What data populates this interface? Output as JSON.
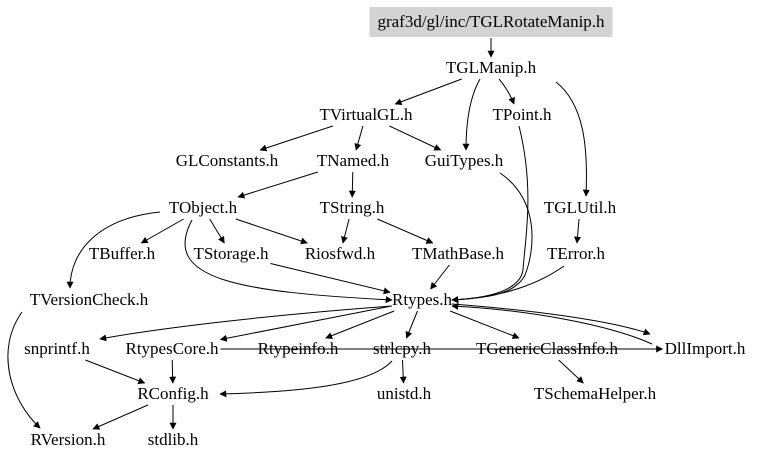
{
  "diagram": {
    "title": "",
    "nodes": [
      {
        "id": "root",
        "label": "graf3d/gl/inc/TGLRotateManip.h",
        "highlight": true
      },
      {
        "id": "TGLManip",
        "label": "TGLManip.h"
      },
      {
        "id": "TVirtualGL",
        "label": "TVirtualGL.h"
      },
      {
        "id": "TPoint",
        "label": "TPoint.h"
      },
      {
        "id": "GLConstants",
        "label": "GLConstants.h"
      },
      {
        "id": "TNamed",
        "label": "TNamed.h"
      },
      {
        "id": "GuiTypes",
        "label": "GuiTypes.h"
      },
      {
        "id": "TObject",
        "label": "TObject.h"
      },
      {
        "id": "TString",
        "label": "TString.h"
      },
      {
        "id": "TGLUtil",
        "label": "TGLUtil.h"
      },
      {
        "id": "TBuffer",
        "label": "TBuffer.h"
      },
      {
        "id": "TStorage",
        "label": "TStorage.h"
      },
      {
        "id": "Riosfwd",
        "label": "Riosfwd.h"
      },
      {
        "id": "TMathBase",
        "label": "TMathBase.h"
      },
      {
        "id": "TError",
        "label": "TError.h"
      },
      {
        "id": "TVersionCheck",
        "label": "TVersionCheck.h"
      },
      {
        "id": "Rtypes",
        "label": "Rtypes.h"
      },
      {
        "id": "snprintf",
        "label": "snprintf.h"
      },
      {
        "id": "RtypesCore",
        "label": "RtypesCore.h"
      },
      {
        "id": "Rtypeinfo",
        "label": "Rtypeinfo.h"
      },
      {
        "id": "strlcpy",
        "label": "strlcpy.h"
      },
      {
        "id": "TGenericClassInfo",
        "label": "TGenericClassInfo.h"
      },
      {
        "id": "DllImport",
        "label": "DllImport.h"
      },
      {
        "id": "RConfig",
        "label": "RConfig.h"
      },
      {
        "id": "unistd",
        "label": "unistd.h"
      },
      {
        "id": "TSchemaHelper",
        "label": "TSchemaHelper.h"
      },
      {
        "id": "RVersion",
        "label": "RVersion.h"
      },
      {
        "id": "stdlib",
        "label": "stdlib.h"
      }
    ],
    "edges": [
      [
        "root",
        "TGLManip"
      ],
      [
        "TGLManip",
        "TVirtualGL"
      ],
      [
        "TGLManip",
        "TPoint"
      ],
      [
        "TGLManip",
        "GuiTypes"
      ],
      [
        "TGLManip",
        "TGLUtil"
      ],
      [
        "TVirtualGL",
        "GLConstants"
      ],
      [
        "TVirtualGL",
        "TNamed"
      ],
      [
        "TVirtualGL",
        "GuiTypes"
      ],
      [
        "TNamed",
        "TObject"
      ],
      [
        "TNamed",
        "TString"
      ],
      [
        "TObject",
        "TBuffer"
      ],
      [
        "TObject",
        "TStorage"
      ],
      [
        "TObject",
        "Riosfwd"
      ],
      [
        "TObject",
        "TVersionCheck"
      ],
      [
        "TObject",
        "Rtypes"
      ],
      [
        "TString",
        "Riosfwd"
      ],
      [
        "TString",
        "TMathBase"
      ],
      [
        "TStorage",
        "Rtypes"
      ],
      [
        "TMathBase",
        "Rtypes"
      ],
      [
        "TPoint",
        "Rtypes"
      ],
      [
        "GuiTypes",
        "Rtypes"
      ],
      [
        "TGLUtil",
        "TError"
      ],
      [
        "TError",
        "Rtypes"
      ],
      [
        "TVersionCheck",
        "RVersion"
      ],
      [
        "Rtypes",
        "snprintf"
      ],
      [
        "Rtypes",
        "RtypesCore"
      ],
      [
        "Rtypes",
        "Rtypeinfo"
      ],
      [
        "Rtypes",
        "strlcpy"
      ],
      [
        "Rtypes",
        "TGenericClassInfo"
      ],
      [
        "Rtypes",
        "DllImport"
      ],
      [
        "DllImport",
        "Rtypes"
      ],
      [
        "snprintf",
        "RConfig"
      ],
      [
        "RtypesCore",
        "RConfig"
      ],
      [
        "RtypesCore",
        "DllImport"
      ],
      [
        "strlcpy",
        "RConfig"
      ],
      [
        "strlcpy",
        "unistd"
      ],
      [
        "TGenericClassInfo",
        "TSchemaHelper"
      ],
      [
        "RConfig",
        "RVersion"
      ],
      [
        "RConfig",
        "stdlib"
      ]
    ]
  }
}
